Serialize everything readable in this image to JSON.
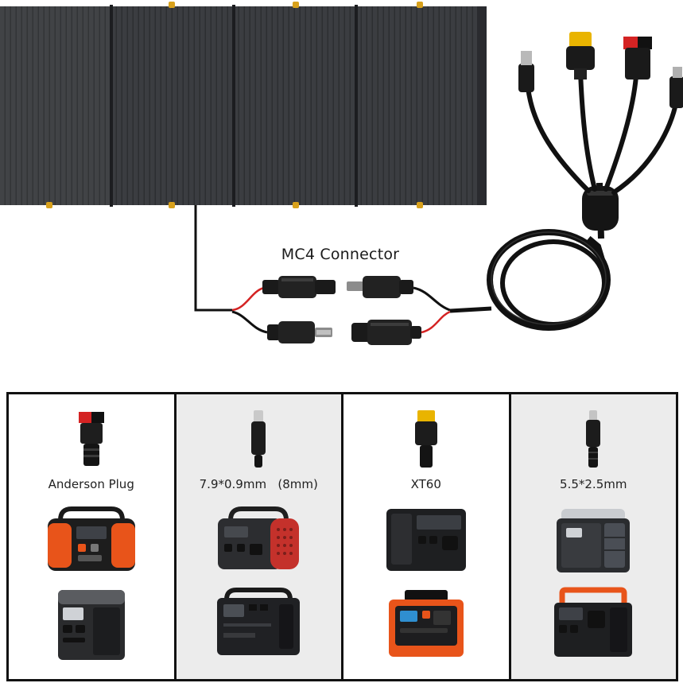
{
  "image": {
    "description_label": "MC4 Connector",
    "connectors": [
      {
        "label": "Anderson Plug",
        "icon": "anderson-plug-icon",
        "background": "white"
      },
      {
        "label": "7.9*0.9mm   (8mm)",
        "icon": "dc-8mm-plug-icon",
        "background": "gray"
      },
      {
        "label": "XT60",
        "icon": "xt60-plug-icon",
        "background": "white"
      },
      {
        "label": "5.5*2.5mm",
        "icon": "dc-5525-plug-icon",
        "background": "gray"
      }
    ],
    "colors": {
      "panel": "#3a3c40",
      "panel_fold_gap": "#1c1d20",
      "cable": "#111111",
      "red_wire": "#d42323",
      "xt60_yellow": "#e9b400",
      "station_orange": "#e8541a",
      "grid_border": "#111111",
      "gray_cell": "#ececec"
    }
  }
}
